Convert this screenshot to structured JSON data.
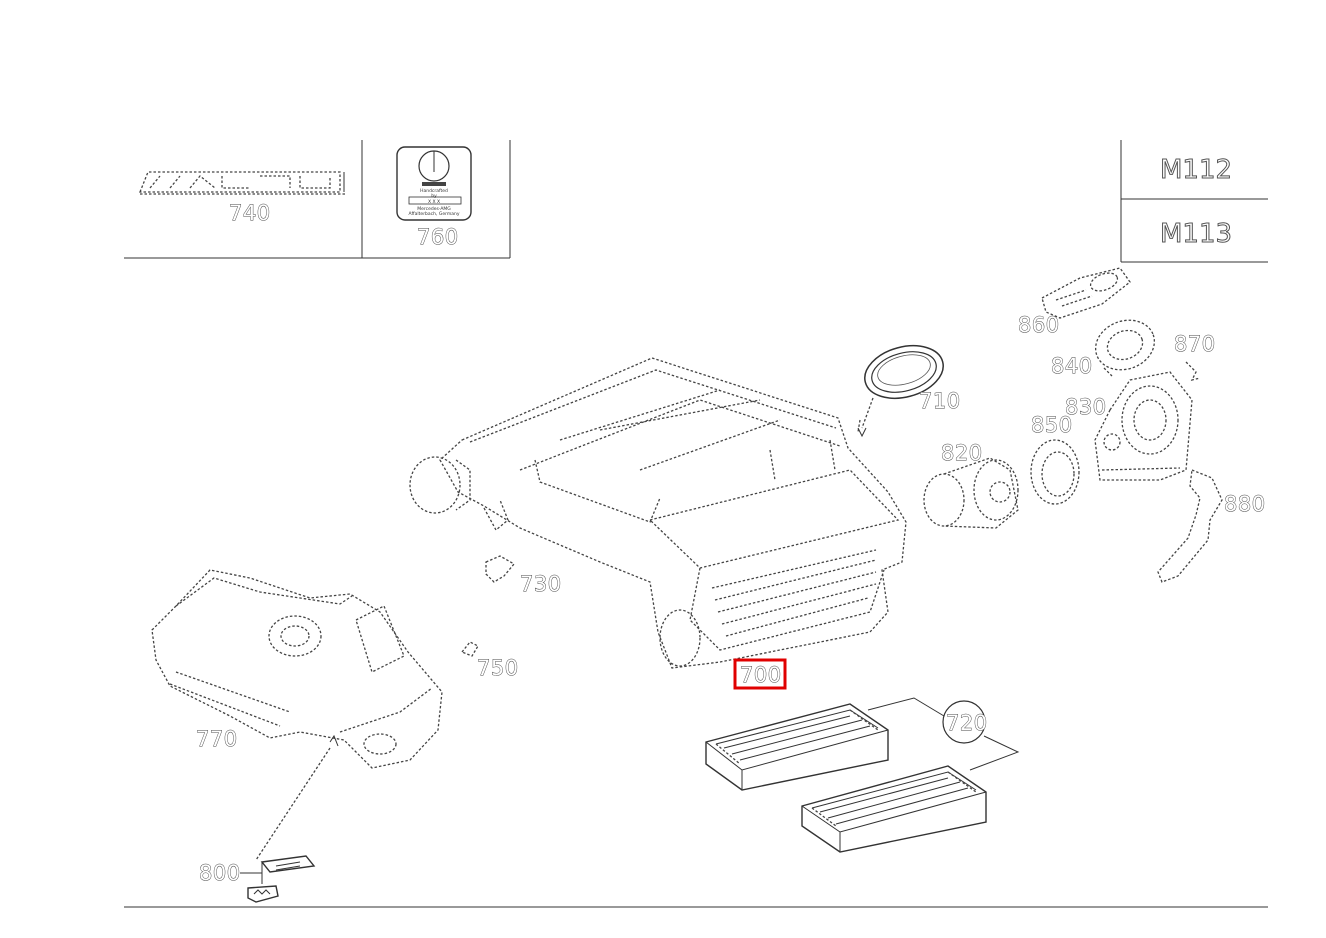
{
  "variant_table": {
    "rows": [
      "M112",
      "M113"
    ]
  },
  "parts": [
    {
      "id": "p740",
      "label": "740"
    },
    {
      "id": "p760",
      "label": "760"
    },
    {
      "id": "p870",
      "label": "870"
    },
    {
      "id": "p860",
      "label": "860"
    },
    {
      "id": "p840",
      "label": "840"
    },
    {
      "id": "p830",
      "label": "830"
    },
    {
      "id": "p850",
      "label": "850"
    },
    {
      "id": "p820",
      "label": "820"
    },
    {
      "id": "p710",
      "label": "710"
    },
    {
      "id": "p880",
      "label": "880"
    },
    {
      "id": "p730",
      "label": "730"
    },
    {
      "id": "p750",
      "label": "750"
    },
    {
      "id": "p770",
      "label": "770"
    },
    {
      "id": "p700",
      "label": "700"
    },
    {
      "id": "p720",
      "label": "720"
    },
    {
      "id": "p800",
      "label": "800"
    }
  ],
  "selected_part": "700",
  "plaque_760": {
    "line1": "Handcrafted",
    "line2": "by",
    "line3": "X X X",
    "line4": "Mercedes-AMG",
    "line5": "Affalterbach, Germany"
  },
  "colors": {
    "highlight": "#e00000",
    "line": "#333333"
  }
}
